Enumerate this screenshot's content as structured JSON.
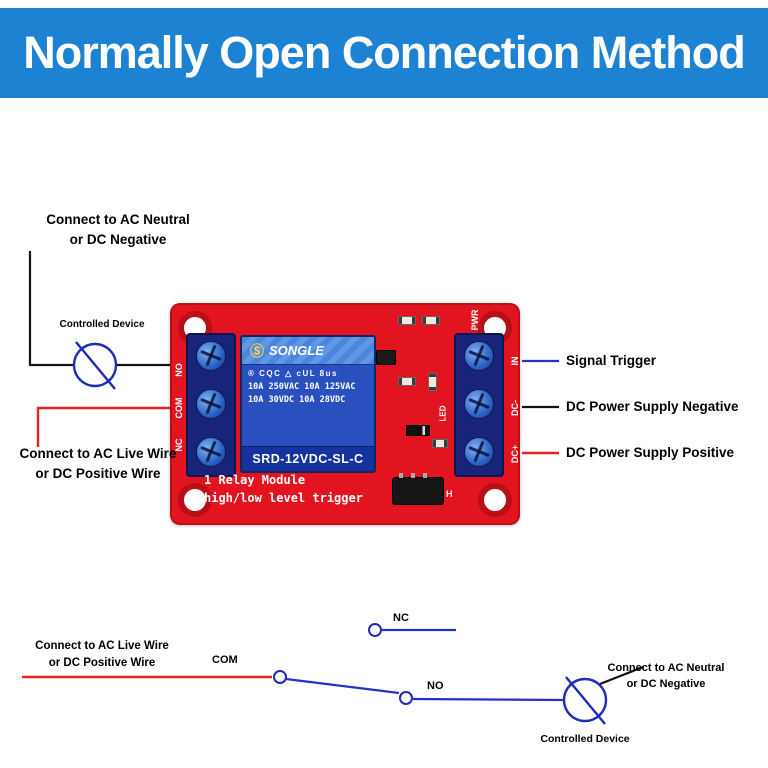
{
  "header": {
    "title": "Normally Open Connection Method"
  },
  "annotations": {
    "top_left_line1": "Connect to AC Neutral",
    "top_left_line2": "or DC Negative",
    "controlled_device_top": "Controlled Device",
    "left_line1": "Connect to AC Live Wire",
    "left_line2": "or DC Positive Wire",
    "signal_trigger": "Signal Trigger",
    "dc_negative": "DC Power Supply Negative",
    "dc_positive": "DC Power Supply Positive"
  },
  "module": {
    "left_terminals": [
      "NO",
      "COM",
      "NC"
    ],
    "right_terminals": [
      "IN",
      "DC-",
      "DC+"
    ],
    "pwr_label": "PWR",
    "led_label": "LED",
    "jumper_label": "H",
    "relay": {
      "logo": "Ⓢ",
      "brand": "SONGLE",
      "cert_line": "® CQC △ cUL 8us",
      "rating_line1": "10A 250VAC 10A 125VAC",
      "rating_line2": "10A  30VDC 10A  28VDC",
      "model": "SRD-12VDC-SL-C"
    },
    "board_line1": "1 Relay Module",
    "board_line2": "high/low level trigger"
  },
  "schematic": {
    "left_label_line1": "Connect to AC Live Wire",
    "left_label_line2": "or DC Positive Wire",
    "com": "COM",
    "nc": "NC",
    "no": "NO",
    "right_label_line1": "Connect to AC Neutral",
    "right_label_line2": "or DC Negative",
    "controlled_device": "Controlled Device"
  },
  "colors": {
    "header_bg": "#1d82d2",
    "board_red": "#e21420",
    "board_red_dark": "#b90f18",
    "terminal_navy": "#18237a",
    "relay_blue": "#2a4fbe",
    "relay_model_bg": "#16329e",
    "wire_red": "#e8231f",
    "wire_blue": "#2233cc",
    "wire_black": "#141414",
    "lamp_stroke": "#1e2bb4"
  }
}
